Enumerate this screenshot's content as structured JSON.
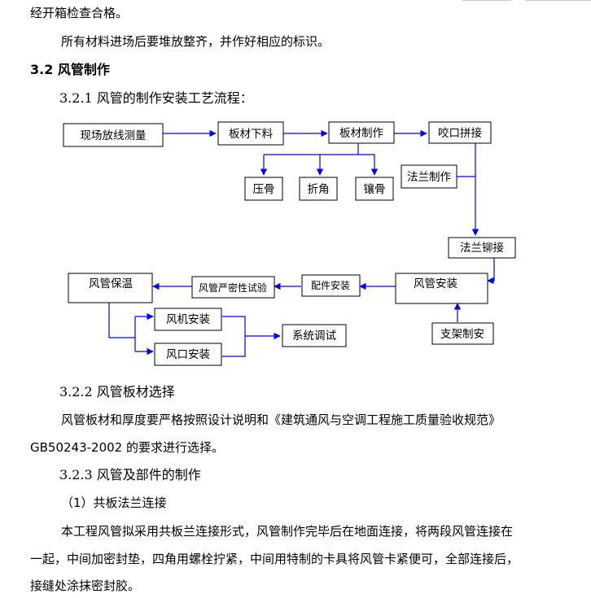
{
  "paragraphs": {
    "p1_cont": "经开箱检查合格。",
    "p2": "所有材料进场后要堆放整齐，并作好相应的标识。",
    "h32": "3.2  风管制作",
    "h321": "3.2.1 风管的制作安装工艺流程：",
    "h322": "3.2.2  风管板材选择",
    "p322_a": "风管板材和厚度要严格按照设计说明和《建筑通风与空调工程施工质量验收规范》",
    "p322_b": "GB50243-2002 的要求进行选择。",
    "h323": "3.2.3  风管及部件的制作",
    "h323_1": "（1）共板法兰连接",
    "p323_a": "本工程风管拟采用共板兰连接形式，风管制作完毕后在地面连接，将两段风管连接在",
    "p323_b": "一起，中间加密封垫，四角用螺栓拧紧，中间用特制的卡具将风管卡紧便可，全部连接后，",
    "p323_c": "接缝处涂抹密封胶。"
  },
  "flow": {
    "xianchang": "现场放线测量",
    "bancai_xialiao": "板材下料",
    "bancai_zhizuo": "板材制作",
    "yaokou": "咬口拼接",
    "yagu": "压骨",
    "zhejiao": "折角",
    "xianggu": "镶骨",
    "falan_zhizuo": "法兰制作",
    "falan_maojie": "法兰铆接",
    "fengguan_anzhuang": "风管安装",
    "zhijia": "支架制安",
    "peijian": "配件安装",
    "yanmi": "风管严密性试验",
    "baowen": "风管保温",
    "fengji": "风机安装",
    "fengkou": "风口安装",
    "tiaoshi": "系统调试"
  },
  "colors": {
    "arrow": "#0000ff",
    "box_border": "#000000",
    "text": "#000000"
  }
}
